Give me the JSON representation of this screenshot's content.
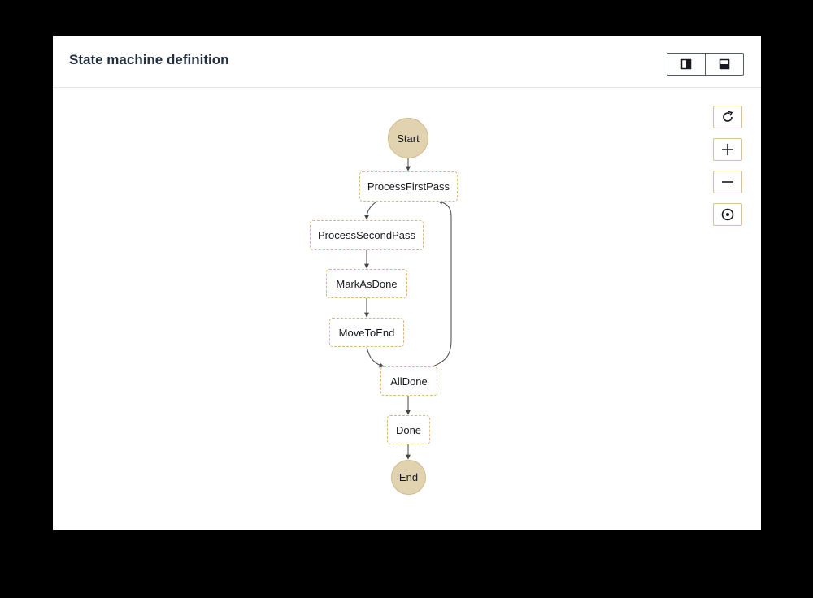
{
  "panel": {
    "title": "State machine definition",
    "layout_toggle": [
      "split-vertical-icon",
      "split-horizontal-icon"
    ]
  },
  "controls": [
    "refresh-icon",
    "zoom-in-icon",
    "zoom-out-icon",
    "center-icon"
  ],
  "graph": {
    "start": "Start",
    "end": "End",
    "states": [
      "ProcessFirstPass",
      "ProcessSecondPass",
      "MarkAsDone",
      "MoveToEnd",
      "AllDone",
      "Done"
    ],
    "transitions": [
      [
        "Start",
        "ProcessFirstPass"
      ],
      [
        "ProcessFirstPass",
        "ProcessSecondPass"
      ],
      [
        "ProcessSecondPass",
        "MarkAsDone"
      ],
      [
        "MarkAsDone",
        "MoveToEnd"
      ],
      [
        "MoveToEnd",
        "AllDone"
      ],
      [
        "AllDone",
        "ProcessFirstPass"
      ],
      [
        "AllDone",
        "Done"
      ],
      [
        "Done",
        "End"
      ]
    ]
  },
  "colors": {
    "terminal_fill": "#e2d3b0",
    "state_border": "#e0b77a",
    "edge": "#444444"
  }
}
